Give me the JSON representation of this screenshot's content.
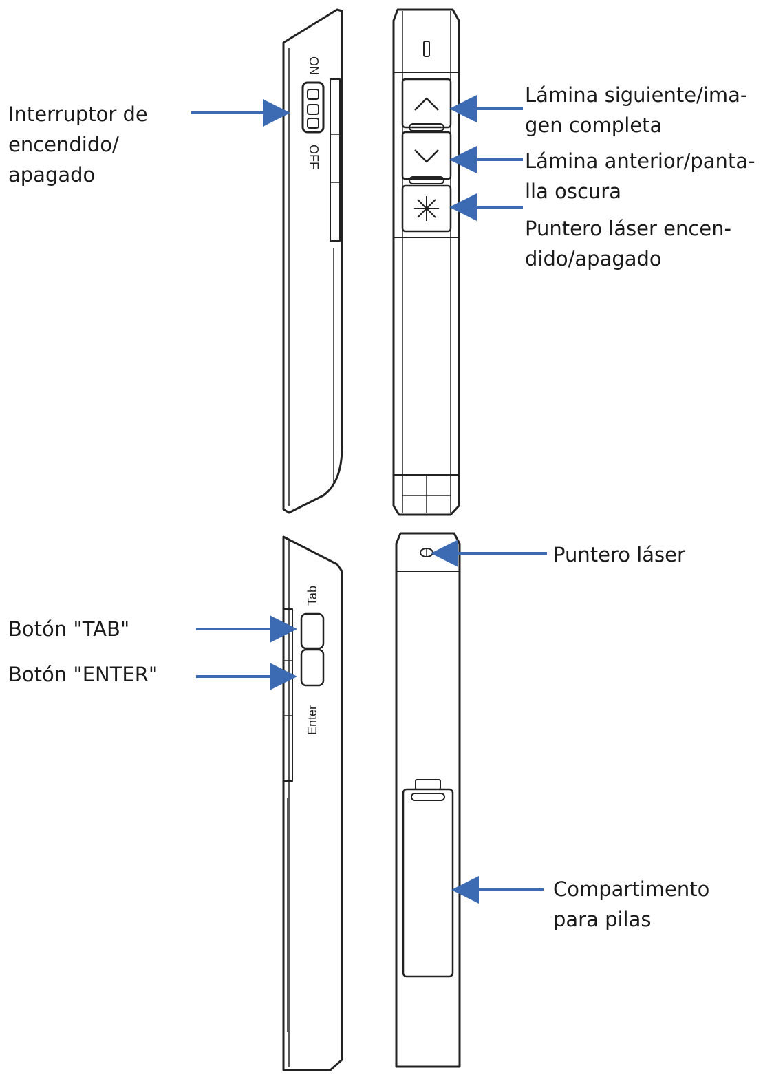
{
  "colors": {
    "arrow": "#3d6bb3",
    "line": "#222222"
  },
  "labels": {
    "power_switch": [
      "Interruptor de",
      "encendido/",
      "apagado"
    ],
    "next_slide": [
      "Lámina siguiente/ima-",
      "gen completa"
    ],
    "prev_slide": [
      "Lámina anterior/panta-",
      "lla oscura"
    ],
    "laser_toggle": [
      "Puntero láser encen-",
      "dido/apagado"
    ],
    "laser_pointer": [
      "Puntero láser"
    ],
    "tab_button": [
      "Botón \"TAB\""
    ],
    "enter_button": [
      "Botón \"ENTER\""
    ],
    "battery": [
      "Compartimento",
      "para pilas"
    ]
  },
  "device_text": {
    "on": "ON",
    "off": "OFF",
    "tab": "Tab",
    "enter": "Enter"
  },
  "icons": {
    "up": "chevron-up-icon",
    "down": "chevron-down-icon",
    "laser": "laser-star-icon"
  }
}
